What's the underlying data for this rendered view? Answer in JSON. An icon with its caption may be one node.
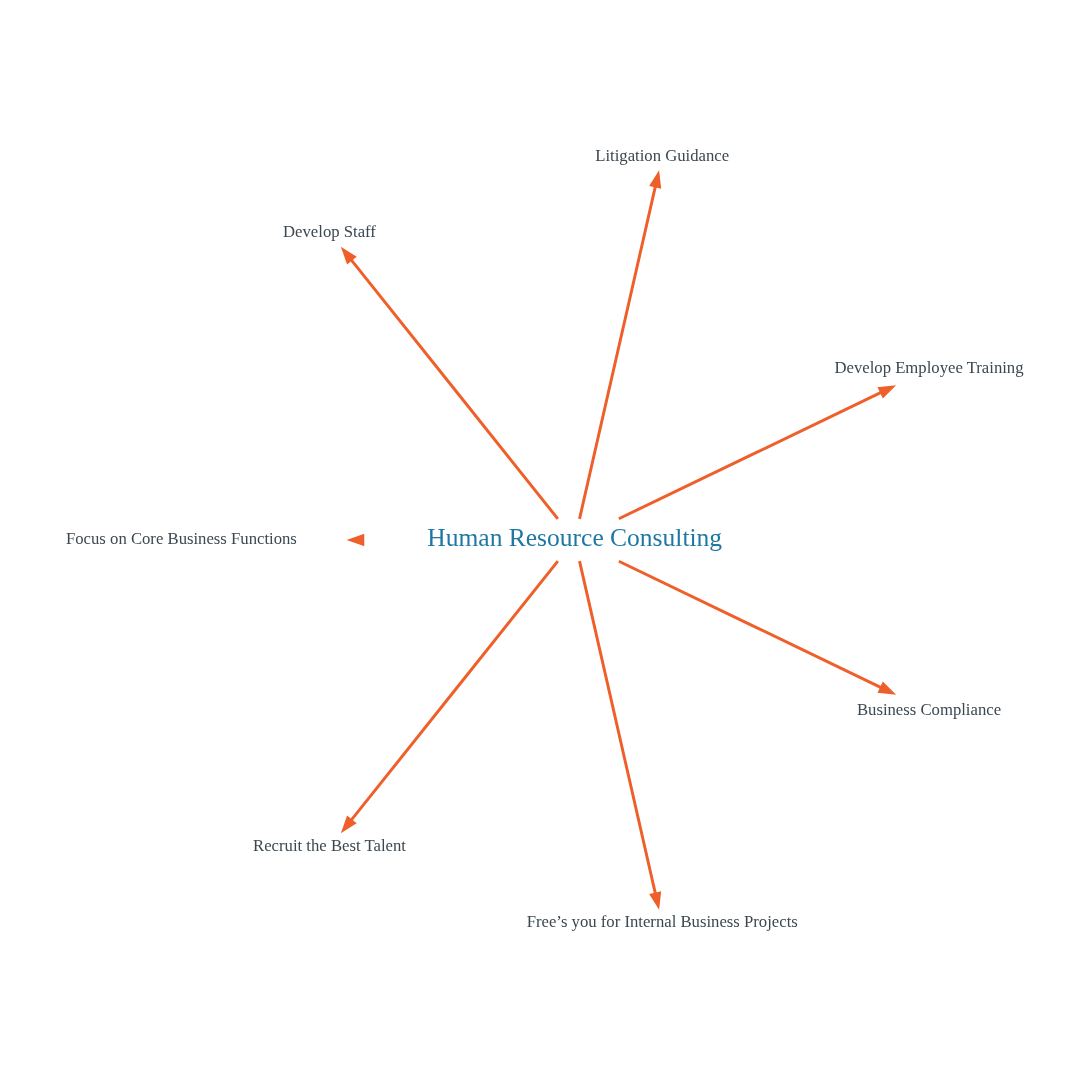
{
  "diagram": {
    "nodes": [
      {
        "text": [
          "Human Resource Consulting"
        ]
      },
      {
        "text": [
          "Develop Employee Training"
        ]
      },
      {
        "text": [
          "Litigation Guidance"
        ]
      },
      {
        "text": [
          "Develop Staff"
        ]
      },
      {
        "text": [
          "Focus on Core Business Functions"
        ]
      },
      {
        "text": [
          "Recruit the Best Talent"
        ]
      },
      {
        "text": [
          "Free’s you for Internal Business Projects"
        ]
      },
      {
        "text": [
          "Business Compliance"
        ]
      }
    ],
    "edges": [
      {
        "from": 0,
        "to": 1,
        "arrow": "to"
      },
      {
        "from": 0,
        "to": 2,
        "arrow": "to"
      },
      {
        "from": 0,
        "to": 3,
        "arrow": "to"
      },
      {
        "from": 0,
        "to": 4,
        "arrow": "to"
      },
      {
        "from": 0,
        "to": 5,
        "arrow": "to"
      },
      {
        "from": 0,
        "to": 6,
        "arrow": "to"
      },
      {
        "from": 0,
        "to": 7,
        "arrow": "to"
      }
    ]
  }
}
